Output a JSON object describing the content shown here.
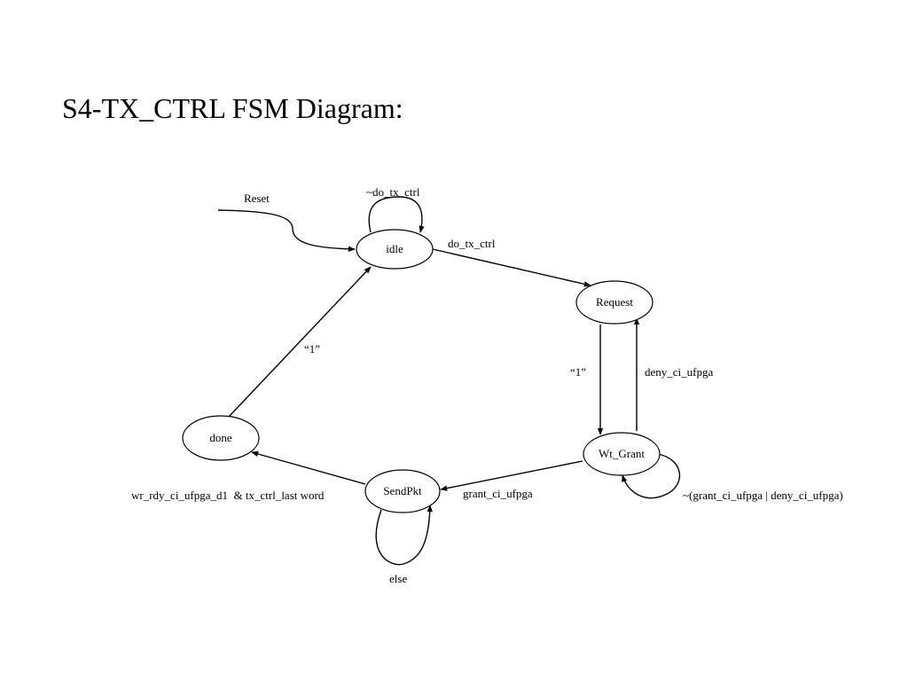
{
  "title": "S4-TX_CTRL FSM Diagram:",
  "states": {
    "idle": "idle",
    "request": "Request",
    "wt_grant": "Wt_Grant",
    "sendpkt": "SendPkt",
    "done": "done"
  },
  "transitions": {
    "reset": "Reset",
    "idle_self": "~do_tx_ctrl",
    "idle_to_request": "do_tx_ctrl",
    "request_to_wt_grant": "“1”",
    "wt_grant_to_request": "deny_ci_ufpga",
    "wt_grant_self": "~(grant_ci_ufpga | deny_ci_ufpga)",
    "wt_grant_to_sendpkt": "grant_ci_ufpga",
    "sendpkt_self": "else",
    "sendpkt_to_done": "wr_rdy_ci_ufpga_d1  & tx_ctrl_last word",
    "done_to_idle": "“1”"
  }
}
